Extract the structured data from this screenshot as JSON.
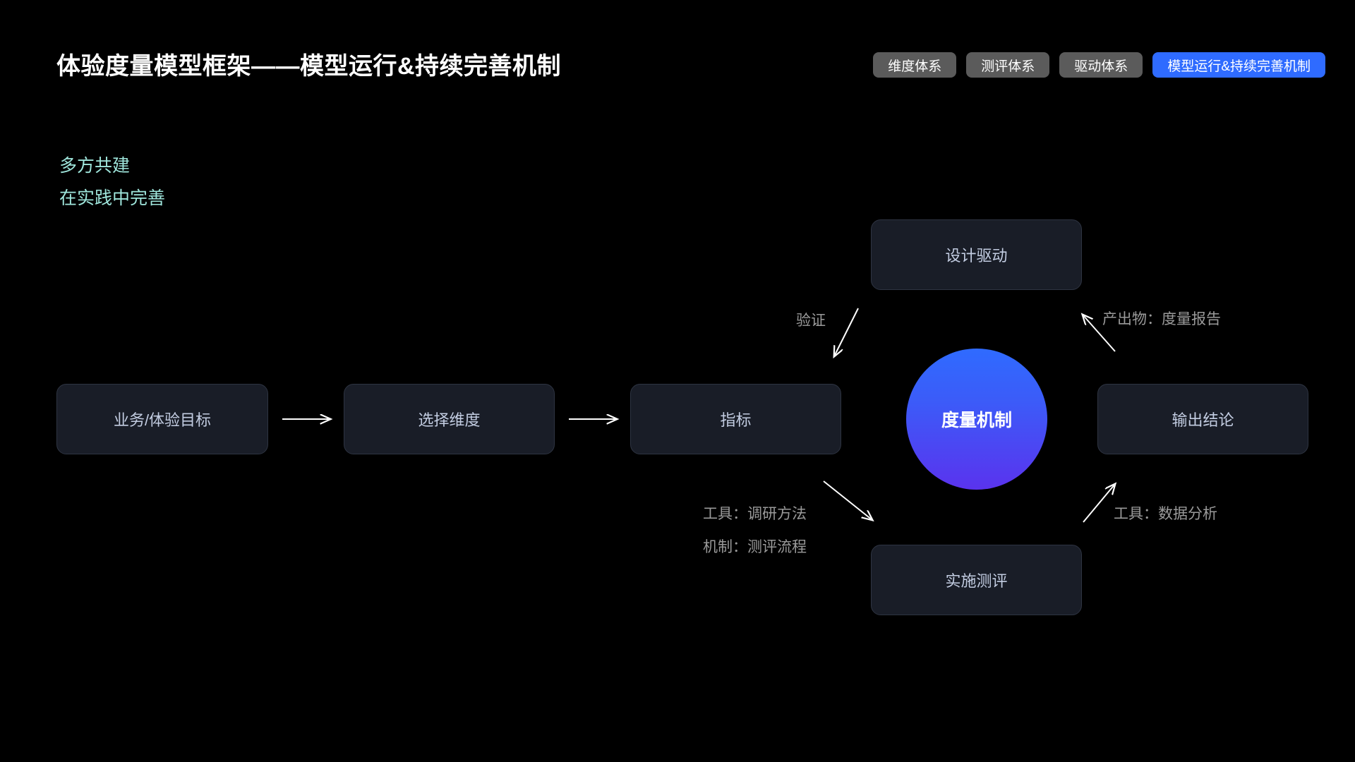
{
  "header": {
    "title": "体验度量模型框架——模型运行&持续完善机制",
    "chips": [
      {
        "label": "维度体系",
        "active": false
      },
      {
        "label": "测评体系",
        "active": false
      },
      {
        "label": "驱动体系",
        "active": false
      },
      {
        "label": "模型运行&持续完善机制",
        "active": true
      }
    ]
  },
  "subtitle": {
    "line1": "多方共建",
    "line2": "在实践中完善"
  },
  "flow": {
    "steps": [
      {
        "label": "业务/体验目标"
      },
      {
        "label": "选择维度"
      },
      {
        "label": "指标"
      }
    ]
  },
  "hub": {
    "label": "度量机制"
  },
  "satellites": {
    "top": "设计驱动",
    "bottom": "实施测评",
    "right": "输出结论"
  },
  "annotations": {
    "verify": "验证",
    "output": "产出物：度量报告",
    "tool_research": "工具：调研方法",
    "mechanism_flow": "机制：测评流程",
    "tool_analysis": "工具：数据分析"
  },
  "colors": {
    "background": "#000000",
    "accent_blue": "#2F6BFF",
    "accent_purple": "#5A33EE",
    "chip_idle": "#5B5B5B",
    "cyan_text": "#9FE6DC",
    "node_fill": "#191D27",
    "node_border": "#2E3442",
    "node_text": "#C3CDE2",
    "annotation_text": "#9A9A9A"
  }
}
